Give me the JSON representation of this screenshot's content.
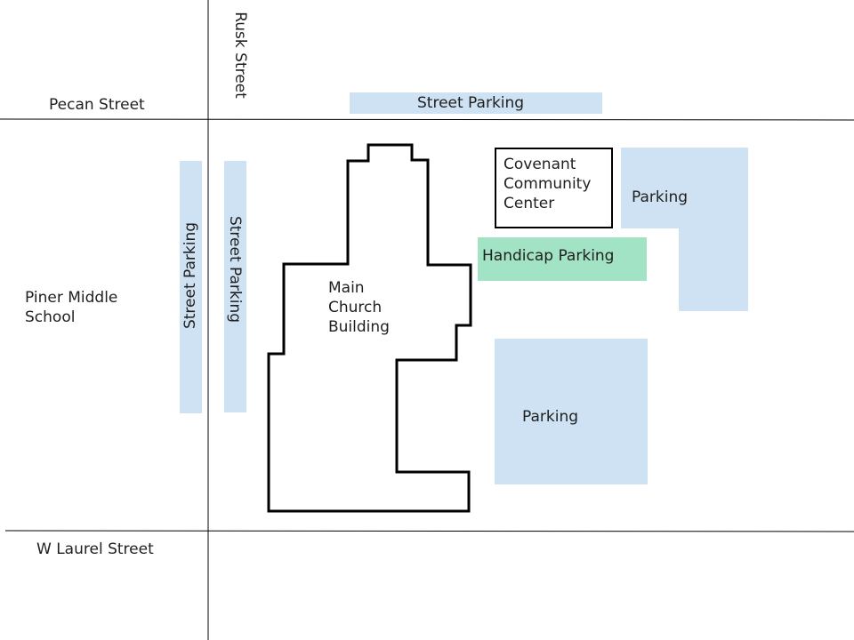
{
  "colors": {
    "parking": "#cfe2f3",
    "handicap": "#a1e3c4",
    "road_line": "#000000",
    "building_outline": "#000000"
  },
  "streets": {
    "pecan": "Pecan Street",
    "rusk": "Rusk Street",
    "laurel": "W Laurel Street"
  },
  "places": {
    "school": "Piner Middle\nSchool",
    "main_church": "Main\nChurch\nBuilding",
    "community_center": "Covenant\nCommunity\nCenter"
  },
  "parking": {
    "street_top": "Street Parking",
    "street_left_a": "Street Parking",
    "street_left_b": "Street Parking",
    "handicap": "Handicap Parking",
    "lot_upper_right": "Parking",
    "lot_lower": "Parking"
  }
}
